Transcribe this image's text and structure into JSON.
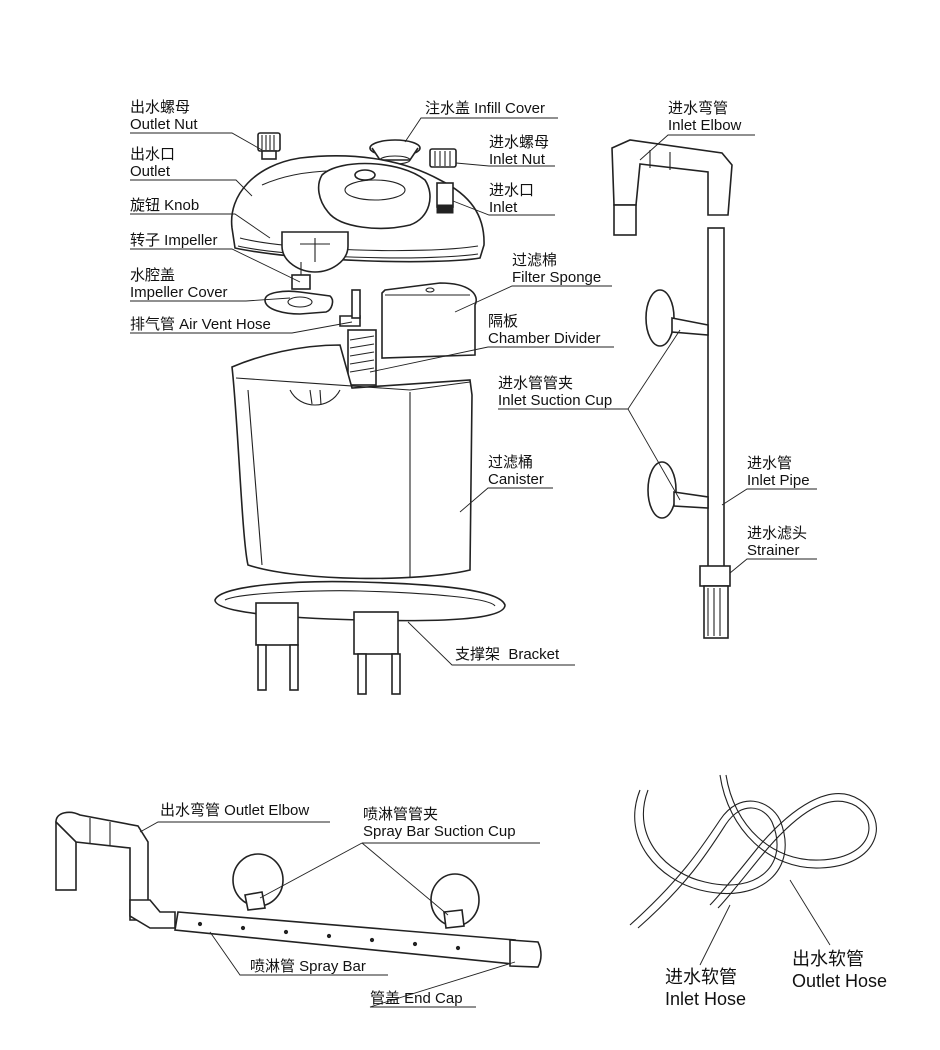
{
  "labels": {
    "outlet_nut": {
      "cn": "出水螺母",
      "en": "Outlet Nut"
    },
    "infill_cover": {
      "text": "注水盖 Infill Cover"
    },
    "inlet_nut": {
      "cn": "进水螺母",
      "en": "Inlet Nut"
    },
    "outlet": {
      "cn": "出水口",
      "en": "Outlet"
    },
    "inlet": {
      "cn": "进水口",
      "en": "Inlet"
    },
    "knob": {
      "text": "旋钮 Knob"
    },
    "impeller": {
      "text": "转子 Impeller"
    },
    "impeller_cover": {
      "cn": "水腔盖",
      "en": "Impeller Cover"
    },
    "air_vent_hose": {
      "text": "排气管 Air Vent Hose"
    },
    "filter_sponge": {
      "cn": "过滤棉",
      "en": "Filter Sponge"
    },
    "chamber_divider": {
      "cn": "隔板",
      "en": "Chamber Divider"
    },
    "inlet_suction_cup": {
      "cn": "进水管管夹",
      "en": "Inlet Suction Cup"
    },
    "canister": {
      "cn": "过滤桶",
      "en": "Canister"
    },
    "bracket": {
      "text": "支撑架  Bracket"
    },
    "inlet_elbow": {
      "cn": "进水弯管",
      "en": "Inlet Elbow"
    },
    "inlet_pipe": {
      "cn": "进水管",
      "en": "Inlet Pipe"
    },
    "strainer": {
      "cn": "进水滤头",
      "en": "Strainer"
    },
    "outlet_elbow": {
      "text": "出水弯管 Outlet Elbow"
    },
    "spray_bar_suction_cup": {
      "cn": "喷淋管管夹",
      "en": "Spray Bar Suction Cup"
    },
    "spray_bar": {
      "text": "喷淋管 Spray Bar"
    },
    "end_cap": {
      "text": "管盖 End Cap"
    },
    "inlet_hose": {
      "cn": "进水软管",
      "en": "Inlet Hose"
    },
    "outlet_hose": {
      "cn": "出水软管",
      "en": "Outlet Hose"
    }
  }
}
